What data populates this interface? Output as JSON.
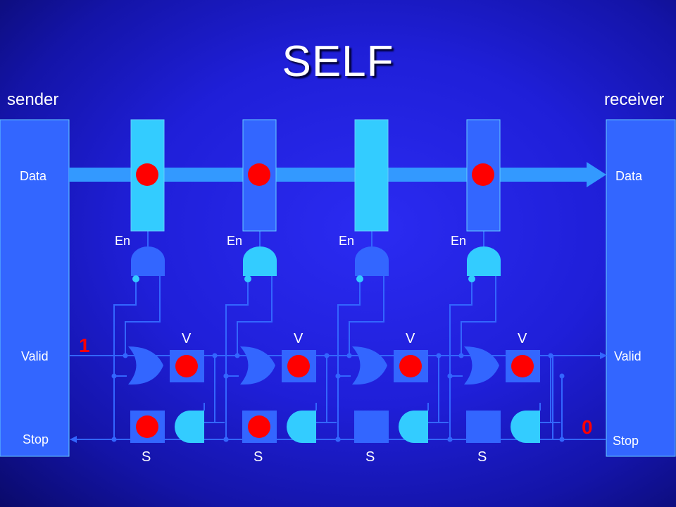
{
  "title": "SELF",
  "sender": {
    "label": "sender",
    "data": "Data",
    "valid": "Valid",
    "stop": "Stop"
  },
  "receiver": {
    "label": "receiver",
    "data": "Data",
    "valid": "Valid",
    "stop": "Stop"
  },
  "valid_in_value": "1",
  "stop_in_value": "0",
  "stages": [
    {
      "en": "En",
      "v": "V",
      "s": "S",
      "data_token": true,
      "v_token": true,
      "s_token": true,
      "latch_color": "#33ccff"
    },
    {
      "en": "En",
      "v": "V",
      "s": "S",
      "data_token": true,
      "v_token": true,
      "s_token": true,
      "latch_color": "#3366ff"
    },
    {
      "en": "En",
      "v": "V",
      "s": "S",
      "data_token": false,
      "v_token": true,
      "s_token": false,
      "latch_color": "#33ccff"
    },
    {
      "en": "En",
      "v": "V",
      "s": "S",
      "data_token": true,
      "v_token": true,
      "s_token": false,
      "latch_color": "#3366ff"
    }
  ],
  "colors": {
    "wire": "#3366ff",
    "light": "#33ccff",
    "block": "#3366ff",
    "token": "#ff0000",
    "value_text": "#ff0000"
  }
}
